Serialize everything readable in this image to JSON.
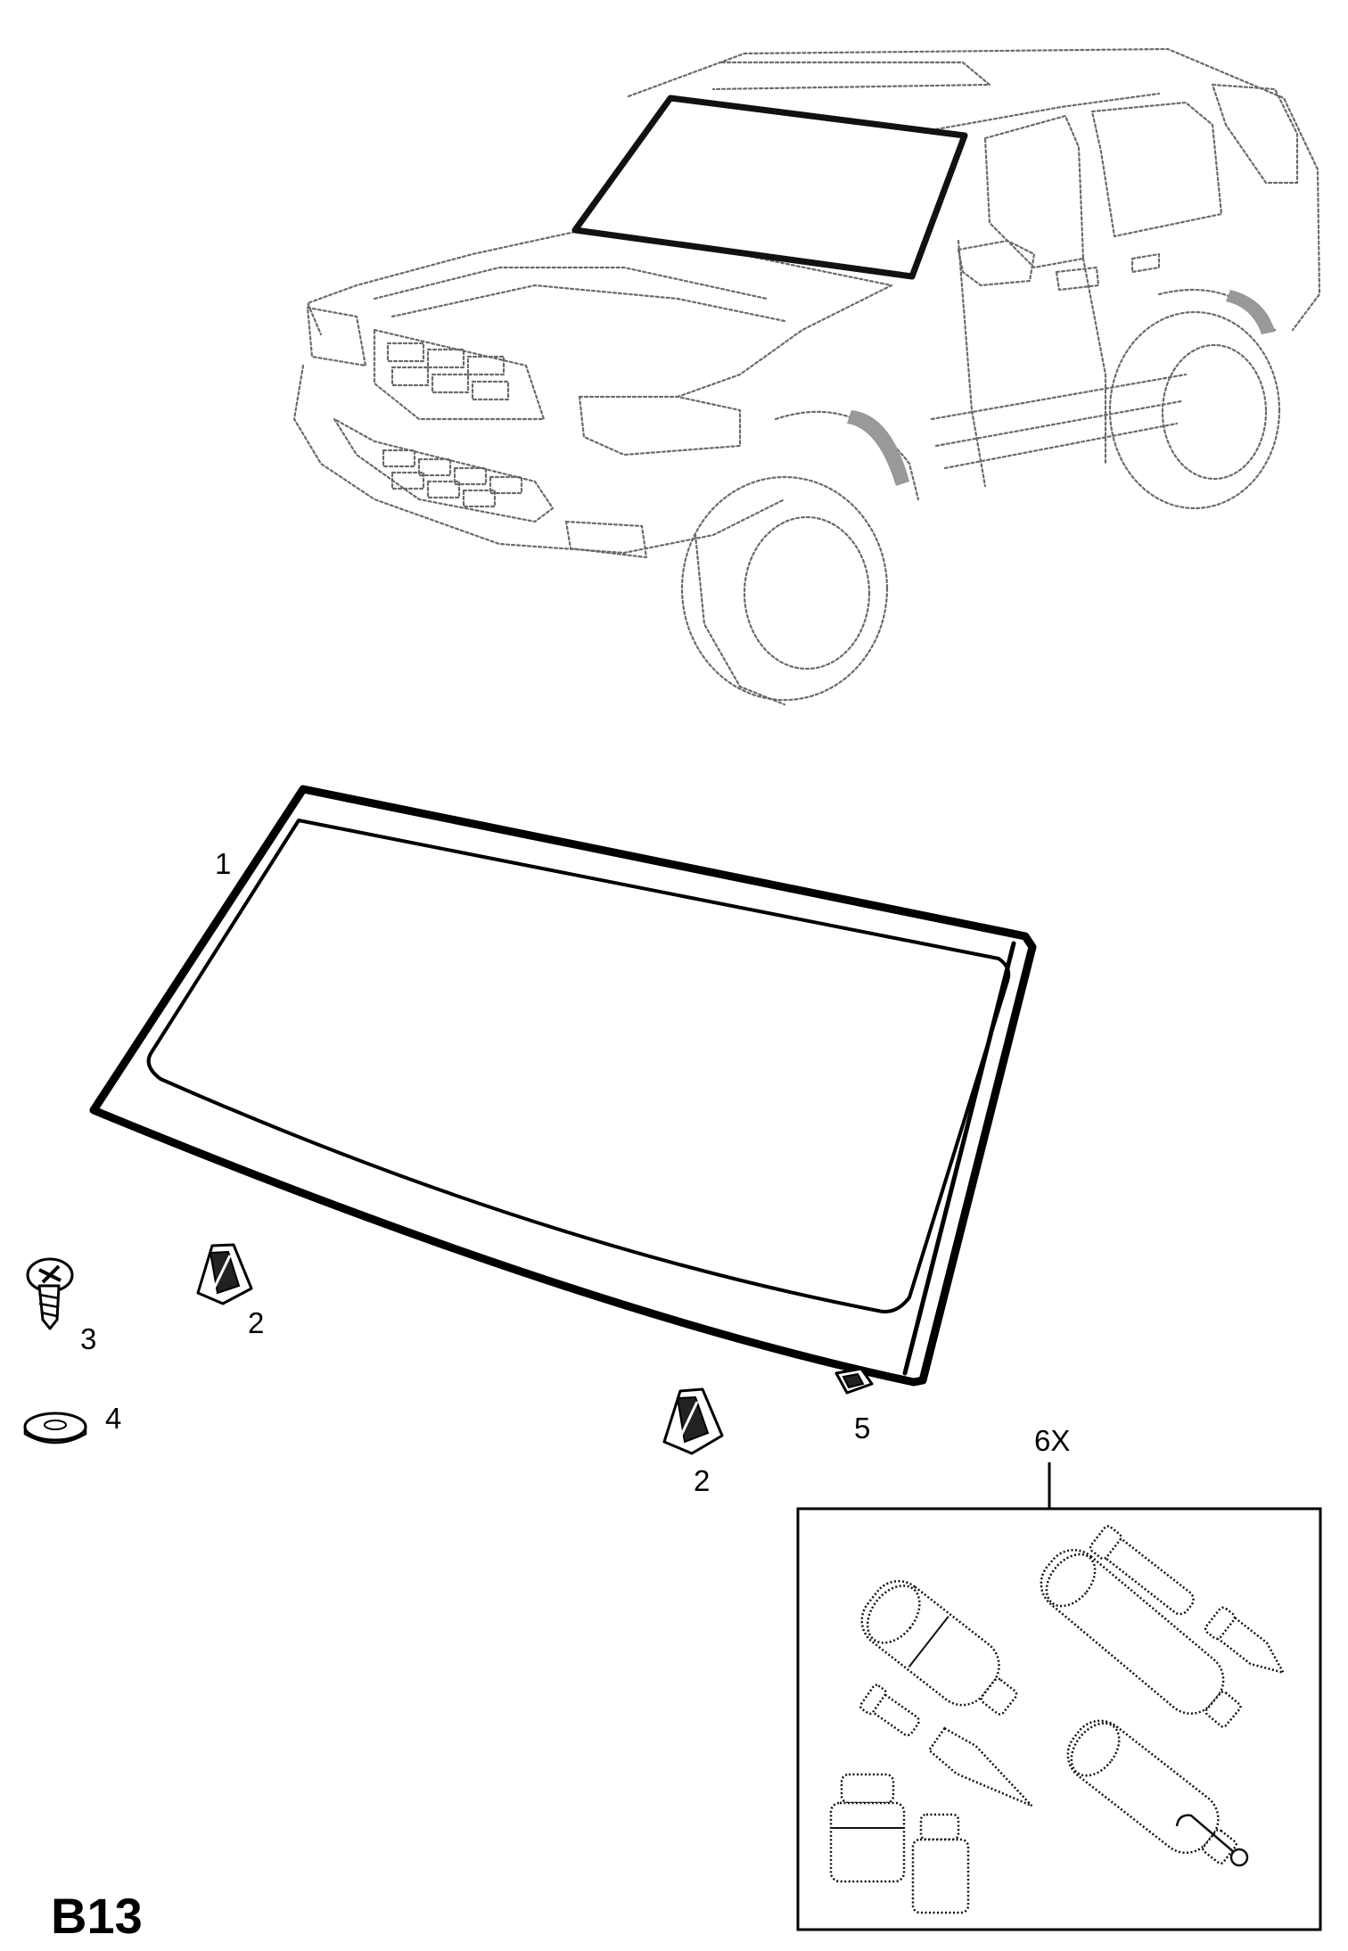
{
  "sheet_label": "B13",
  "callouts": {
    "windshield": "1",
    "wedge_left": "2",
    "wedge_right": "2",
    "screw": "3",
    "washer": "4",
    "clip": "5",
    "kit": "6X"
  },
  "colors": {
    "ink": "#000000",
    "dotted_outline": "#6a6a6a",
    "background": "#ffffff"
  }
}
